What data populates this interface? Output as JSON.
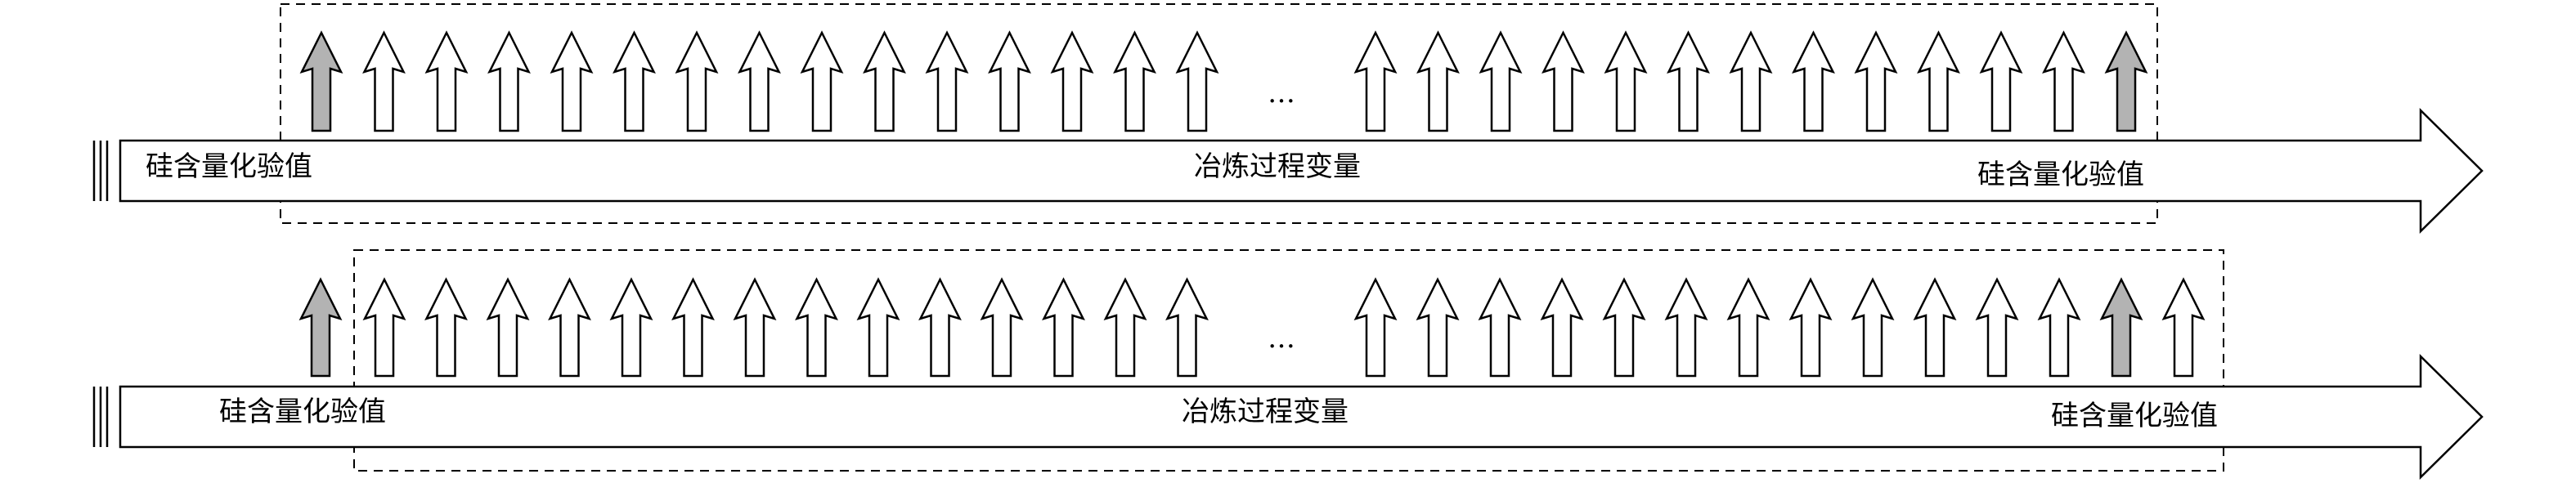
{
  "rows": [
    {
      "labels": {
        "left": "硅含量化验值",
        "middle": "冶炼过程变量",
        "right": "硅含量化验值"
      },
      "ellipsis": "…",
      "left_group_arrow_count": 15,
      "right_group_arrow_count": 13,
      "highlighted_arrows": [
        "left-group-1",
        "right-group-13"
      ]
    },
    {
      "labels": {
        "left": "硅含量化验值",
        "middle": "冶炼过程变量",
        "right": "硅含量化验值"
      },
      "ellipsis": "…",
      "left_group_arrow_count": 14,
      "right_group_arrow_count": 14,
      "separate_highlighted_arrow_before_window": true,
      "highlighted_arrows": [
        "before-window",
        "right-group-13"
      ]
    }
  ],
  "colors": {
    "line": "#000000",
    "highlight_fill": "#b3b3b3",
    "background": "#ffffff"
  }
}
